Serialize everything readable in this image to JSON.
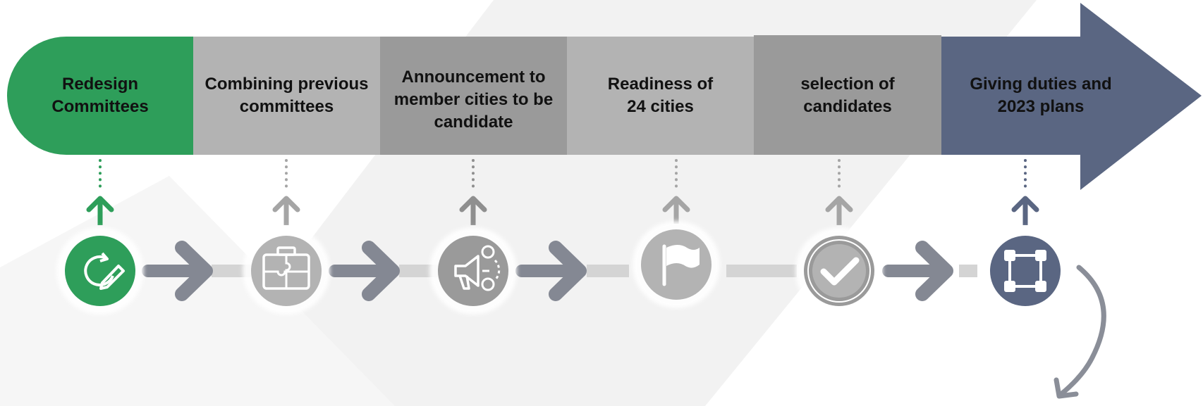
{
  "steps": [
    {
      "label": "Redesign\nCommittees",
      "color": "#2e9e5a",
      "icon": "refresh-pencil-icon"
    },
    {
      "label": "Combining previous\ncommittees",
      "color": "#b3b3b3",
      "icon": "puzzle-briefcase-icon"
    },
    {
      "label": "Announcement to\nmember cities to be\ncandidate",
      "color": "#9a9a9a",
      "icon": "megaphone-people-icon"
    },
    {
      "label": "Readiness of\n24 cities",
      "color": "#b3b3b3",
      "icon": "flag-icon"
    },
    {
      "label": "selection of\ncandidates",
      "color": "#9a9a9a",
      "icon": "checkmark-icon"
    },
    {
      "label": "Giving duties and\n2023 plans",
      "color": "#5a6682",
      "icon": "square-nodes-icon"
    }
  ],
  "colors": {
    "connector_arrow": "#848893",
    "track": "#d4d4d4",
    "dots_green": "#2e9e5a",
    "dots_gray": "#a5a5a5",
    "dots_navy": "#5a6682"
  }
}
